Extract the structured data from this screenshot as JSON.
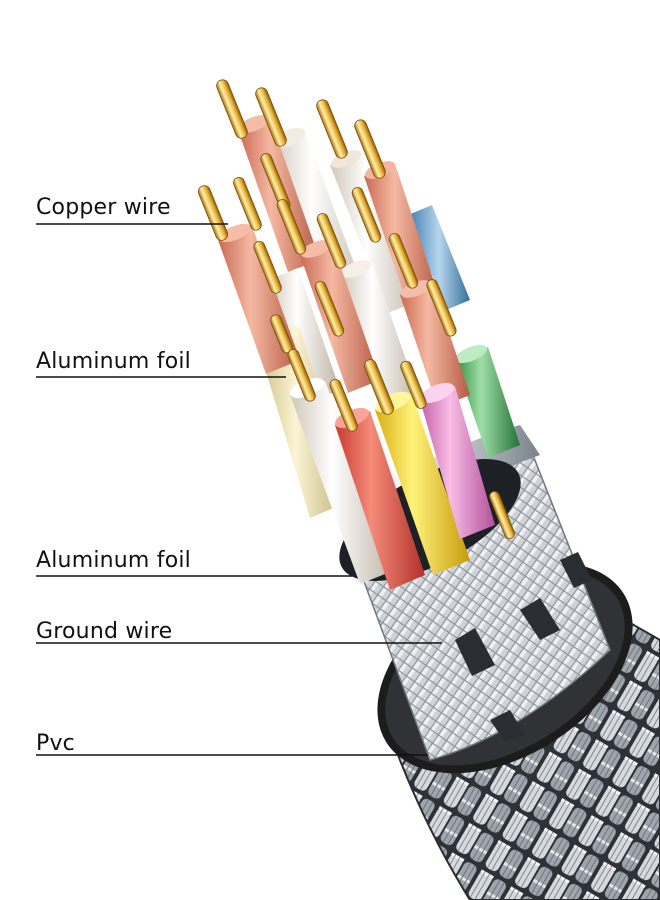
{
  "labels": {
    "copper_wire": "Copper wire",
    "aluminum_foil_inner": "Aluminum foil",
    "aluminum_foil_outer": "Aluminum foil",
    "ground_wire": "Ground wire",
    "pvc": "Pvc"
  },
  "colors": {
    "copper": "#e9b23a",
    "copper_highlight": "#fff1a8",
    "wire_salmon": "#e7937a",
    "wire_white": "#f3ede4",
    "wire_red": "#e8574c",
    "wire_yellow": "#f5d532",
    "wire_pink": "#ee8fd0",
    "wire_green": "#59b96a",
    "wire_blue": "#6fa8d0",
    "braid_silver": "#c7ccd2",
    "braid_dark": "#3a3f46",
    "pvc_black": "#1c1c1c",
    "foil_silver": "#dfe3e7",
    "leader_line": "#111111"
  }
}
